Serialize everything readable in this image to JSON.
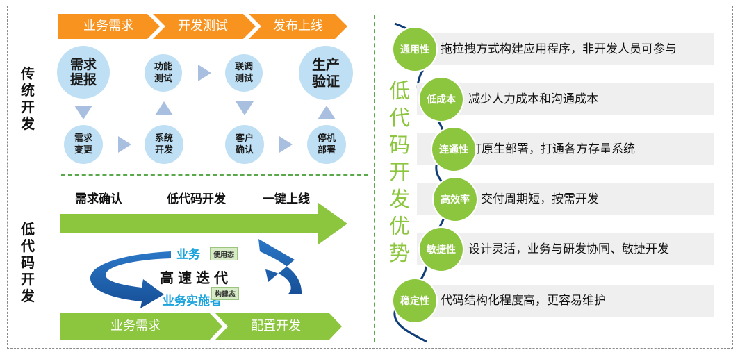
{
  "traditional": {
    "side_label": "传统开发",
    "phases": [
      "业务需求",
      "开发测试",
      "发布上线"
    ],
    "nodes": {
      "req_report": "需求提报",
      "func_test": "功能测试",
      "joint_test": "联调测试",
      "prod_verify": "生产验证",
      "req_change": "需求变更",
      "sys_dev": "系统开发",
      "client_confirm": "客户确认",
      "stop_deploy": "停机部署"
    }
  },
  "lowcode": {
    "side_label": "低代码开发",
    "steps": [
      "需求确认",
      "低代码开发",
      "一键上线"
    ],
    "loop": {
      "top_text": "业务",
      "top_tag": "使用态",
      "center_text": "高速迭代",
      "bottom_text": "业务实施者",
      "bottom_tag": "构建态"
    },
    "bottom_bar": [
      "业务需求",
      "配置开发"
    ]
  },
  "advantages": {
    "title": "低代码开发优势",
    "items": [
      {
        "name": "通用性",
        "desc": "拖拉拽方式构建应用程序，非开发人员可参与"
      },
      {
        "name": "低成本",
        "desc": "减少人力成本和沟通成本"
      },
      {
        "name": "连通性",
        "desc": "钉原生部署，打通各方存量系统"
      },
      {
        "name": "高效率",
        "desc": "交付周期短，按需开发"
      },
      {
        "name": "敏捷性",
        "desc": "设计灵活，业务与研发协同、敏捷开发"
      },
      {
        "name": "稳定性",
        "desc": "代码结构化程度高，更容易维护"
      }
    ]
  },
  "colors": {
    "orange": "#f7931e",
    "green": "#8cc63e",
    "bubble": "#bfe0f4",
    "triangle": "#a9bfe0",
    "blue": "#1f63b0",
    "loop_text_blue": "#1aa3dd"
  }
}
